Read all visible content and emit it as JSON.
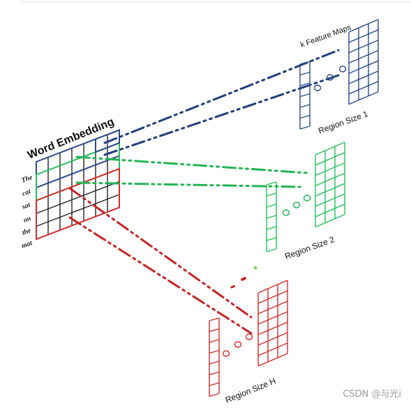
{
  "diagram": {
    "title": "Word Embedding",
    "words": [
      "The",
      "cat",
      "sat",
      "on",
      "the",
      "mat"
    ],
    "feature_maps_label": "k Feature Maps",
    "regions": [
      {
        "label": "Region Size 1",
        "color": "#2b4a8b"
      },
      {
        "label": "Region Size 2",
        "color": "#22c05a"
      },
      {
        "label": "Region Size H",
        "color": "#d42a2a"
      }
    ],
    "grid_color": "#222222"
  },
  "watermark": "CSDN @与光i"
}
